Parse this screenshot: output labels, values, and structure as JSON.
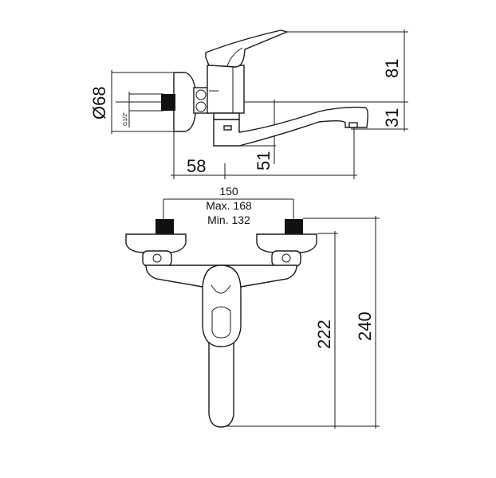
{
  "side_view": {
    "dim_height_lever": "81",
    "dim_spout_height": "31",
    "dim_diameter": "Ø68",
    "dim_thread": "G1/2\"",
    "dim_projection": "58",
    "dim_spout_drop": "51"
  },
  "front_view": {
    "dim_centers": "150",
    "dim_centers_max": "Max. 168",
    "dim_centers_min": "Min. 132",
    "dim_height_222": "222",
    "dim_height_240": "240"
  }
}
